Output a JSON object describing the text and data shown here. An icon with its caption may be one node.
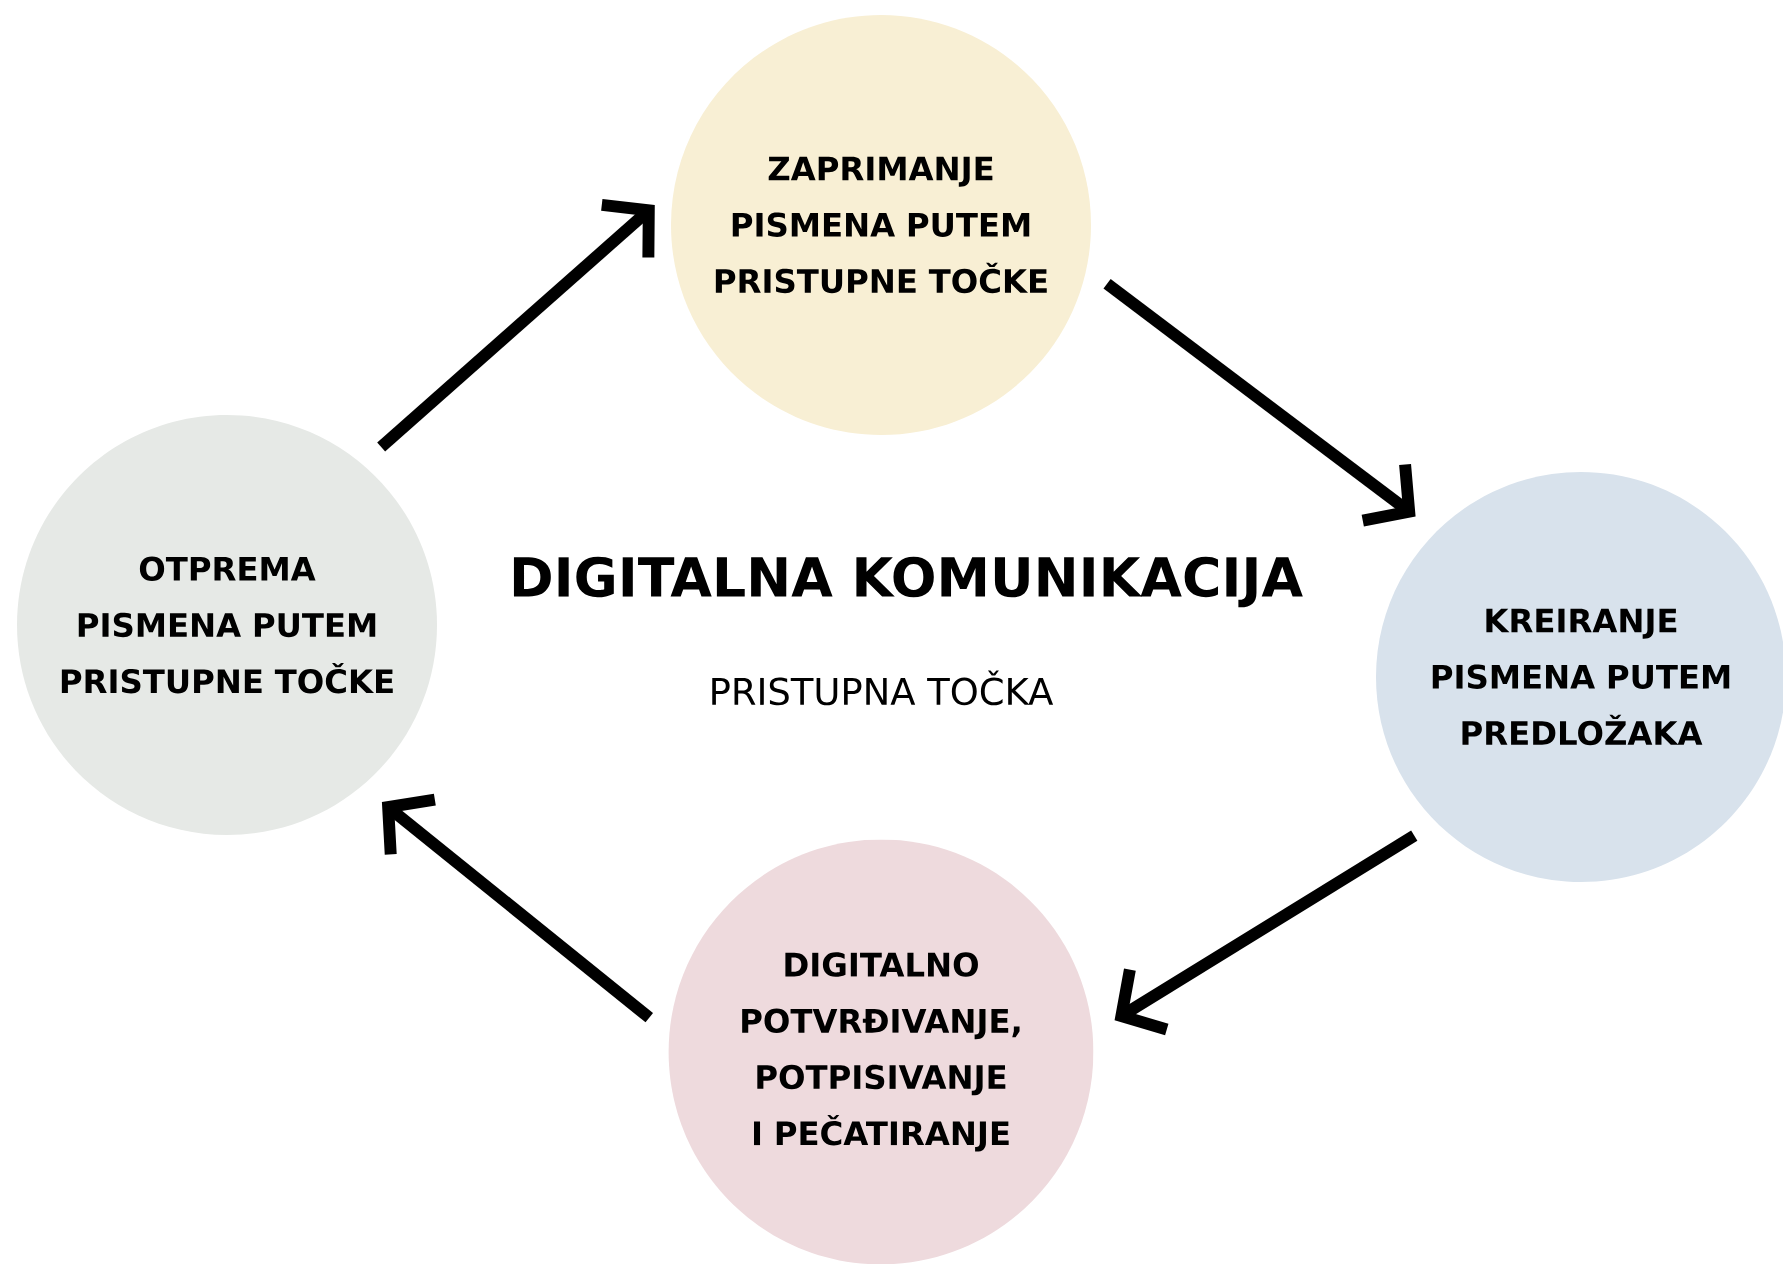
{
  "diagram": {
    "title": "DIGITALNA KOMUNIKACIJA",
    "nodes": [
      {
        "text": [
          "ZAPRIMANJE PISMENA PUTEM PRISTUPNE TOČKE"
        ]
      },
      {
        "text": [
          "OTPREMA PISMENA PUTEM PRISTUPNE TOČKE"
        ]
      },
      {
        "text": [
          "KREIRANJE PISMENA PUTEM PREDLOŽAKA"
        ]
      },
      {
        "text": [
          "DIGITALNO POTVRĐIVANJE, POTPISIVANJE I PEČATIRANJE"
        ]
      }
    ],
    "edges": [
      {
        "from": 1,
        "to": 0,
        "arrow": "to"
      },
      {
        "from": 0,
        "to": 2,
        "arrow": "to"
      },
      {
        "from": 2,
        "to": 3,
        "arrow": "to"
      },
      {
        "from": 3,
        "to": 1,
        "arrow": "to"
      }
    ],
    "labels": [
      "PRISTUPNA TOČKA"
    ]
  }
}
